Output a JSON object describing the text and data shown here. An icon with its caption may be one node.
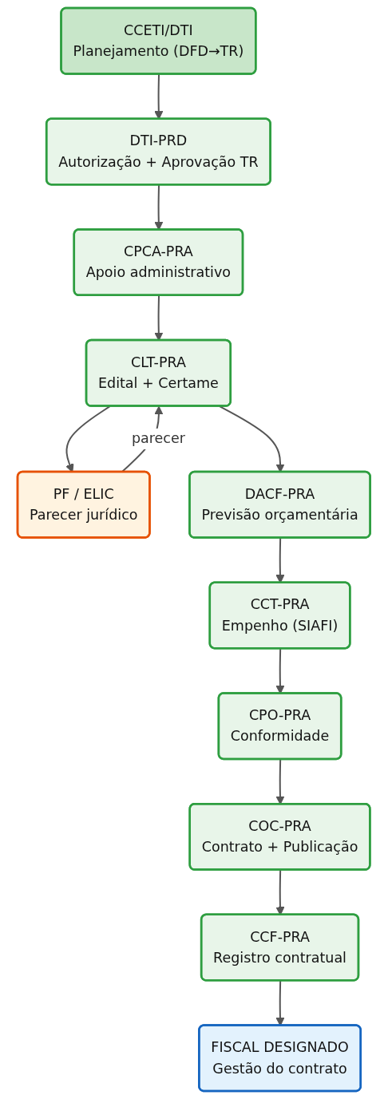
{
  "diagram": {
    "nodes": [
      {
        "text": [
          "CCETI/DTI",
          "Planejamento (DFD→TR)"
        ]
      },
      {
        "text": [
          "DTI-PRD",
          "Autorização + Aprovação TR"
        ]
      },
      {
        "text": [
          "CPCA-PRA",
          "Apoio administrativo"
        ]
      },
      {
        "text": [
          "CLT-PRA",
          "Edital + Certame"
        ]
      },
      {
        "text": [
          "PF / ELIC",
          "Parecer jurídico"
        ]
      },
      {
        "text": [
          "DACF-PRA",
          "Previsão orçamentária"
        ]
      },
      {
        "text": [
          "CCT-PRA",
          "Empenho (SIAFI)"
        ]
      },
      {
        "text": [
          "CPO-PRA",
          "Conformidade"
        ]
      },
      {
        "text": [
          "COC-PRA",
          "Contrato + Publicação"
        ]
      },
      {
        "text": [
          "CCF-PRA",
          "Registro contratual"
        ]
      },
      {
        "text": [
          "FISCAL DESIGNADO",
          "Gestão do contrato"
        ]
      }
    ],
    "edges": [
      {
        "from": 0,
        "to": 1,
        "arrow": "to"
      },
      {
        "from": 1,
        "to": 2,
        "arrow": "to"
      },
      {
        "from": 2,
        "to": 3,
        "arrow": "to"
      },
      {
        "from": 3,
        "to": 4,
        "arrow": "to"
      },
      {
        "from": 4,
        "to": 3,
        "arrow": "to",
        "label": "parecer"
      },
      {
        "from": 3,
        "to": 5,
        "arrow": "to"
      },
      {
        "from": 5,
        "to": 6,
        "arrow": "to"
      },
      {
        "from": 6,
        "to": 7,
        "arrow": "to"
      },
      {
        "from": 7,
        "to": 8,
        "arrow": "to"
      },
      {
        "from": 8,
        "to": 9,
        "arrow": "to"
      },
      {
        "from": 9,
        "to": 10,
        "arrow": "to"
      }
    ]
  }
}
